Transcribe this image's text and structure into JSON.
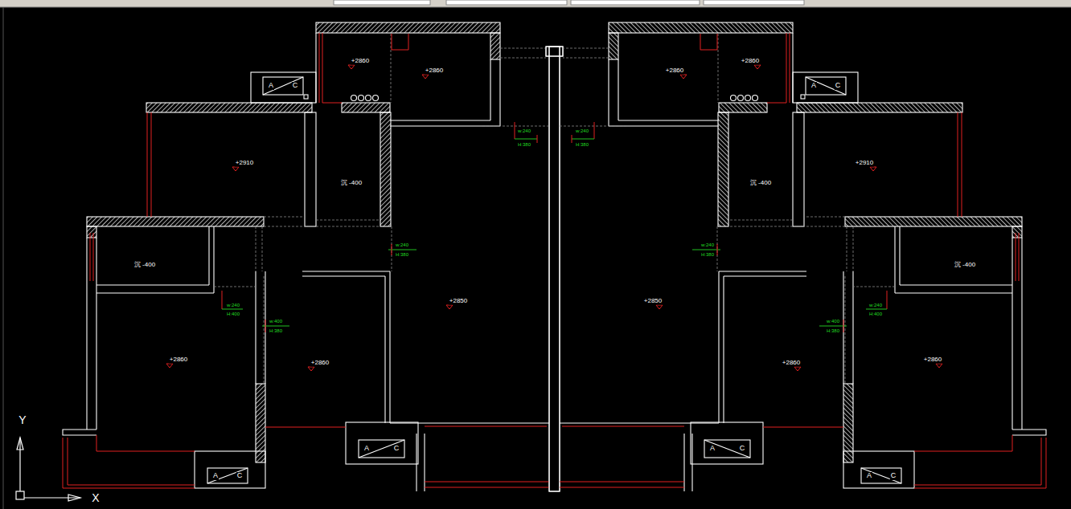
{
  "diagram": {
    "labels": [
      "+2860",
      "+2860",
      "+2860",
      "+2860",
      "+2910",
      "+2910",
      "沉 -400",
      "沉 -400",
      "沉 -400",
      "沉 -400",
      "+2850",
      "+2850",
      "+2860",
      "+2860",
      "+2860",
      "+2860",
      "w:240",
      "H:380",
      "w:240",
      "H:380",
      "w:240",
      "H:380",
      "w:240",
      "H:380",
      "w:240",
      "H:400",
      "w:400",
      "H:380",
      "w:400",
      "H:380",
      "w:240",
      "H:400",
      "Y",
      "X",
      "A",
      "C",
      "A",
      "C",
      "A",
      "C",
      "A",
      "C",
      "A",
      "C",
      "A",
      "C"
    ]
  }
}
